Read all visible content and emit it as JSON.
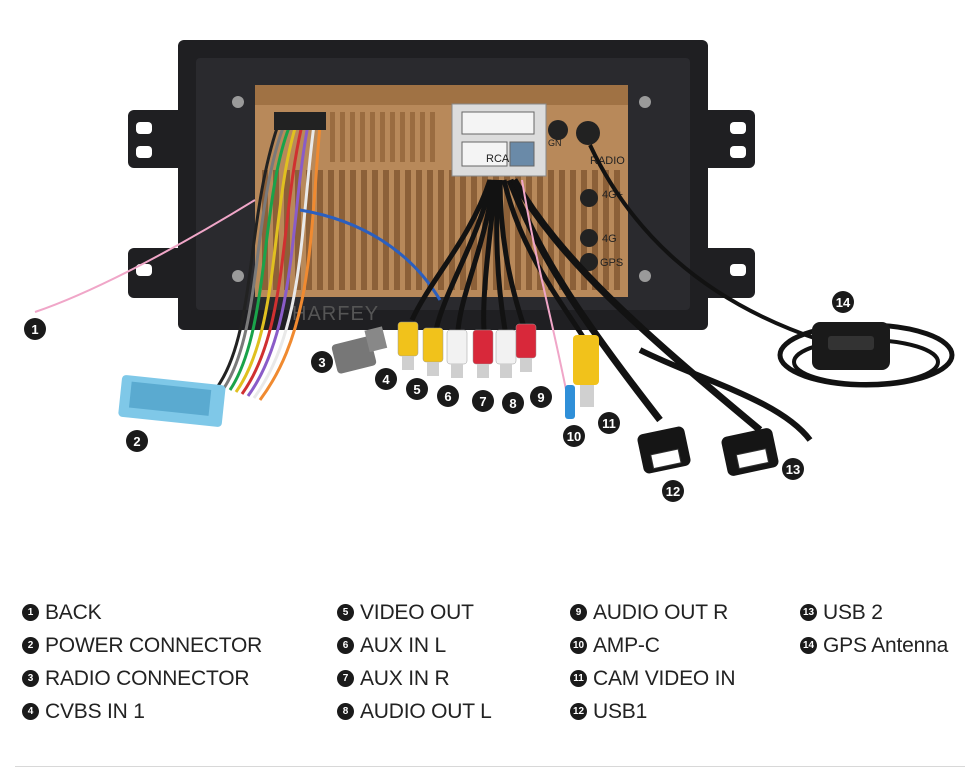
{
  "brand": "HARFEY",
  "unit_labels": {
    "radio": "RADIO",
    "4g_plus": "4G+",
    "4g": "4G",
    "gps": "GPS",
    "gn": "GN",
    "rca": "RCA"
  },
  "callouts": [
    "1",
    "2",
    "3",
    "4",
    "5",
    "6",
    "7",
    "8",
    "9",
    "10",
    "11",
    "12",
    "13",
    "14"
  ],
  "legend": {
    "columns": [
      [
        {
          "num": "1",
          "label": "BACK"
        },
        {
          "num": "2",
          "label": "POWER CONNECTOR"
        },
        {
          "num": "3",
          "label": "RADIO CONNECTOR"
        },
        {
          "num": "4",
          "label": "CVBS IN 1"
        }
      ],
      [
        {
          "num": "5",
          "label": "VIDEO OUT"
        },
        {
          "num": "6",
          "label": "AUX IN L"
        },
        {
          "num": "7",
          "label": "AUX IN R"
        },
        {
          "num": "8",
          "label": "AUDIO OUT L"
        }
      ],
      [
        {
          "num": "9",
          "label": "AUDIO OUT R"
        },
        {
          "num": "10",
          "label": "AMP-C"
        },
        {
          "num": "11",
          "label": "CAM VIDEO IN"
        },
        {
          "num": "12",
          "label": "USB1"
        }
      ],
      [
        {
          "num": "13",
          "label": "USB 2"
        },
        {
          "num": "14",
          "label": "GPS Antenna"
        }
      ]
    ]
  },
  "colors": {
    "frame": "#1f1f22",
    "board": "#b8895a",
    "connector_blue": "#7fc8e8",
    "rca_yellow": "#f1c21b",
    "rca_red": "#d8283a",
    "rca_white": "#f2f2f2",
    "cable": "#121212",
    "amp_blue": "#2f8fd8",
    "pink_wire": "#f0a6c8",
    "blue_wire": "#2b5fbf"
  }
}
